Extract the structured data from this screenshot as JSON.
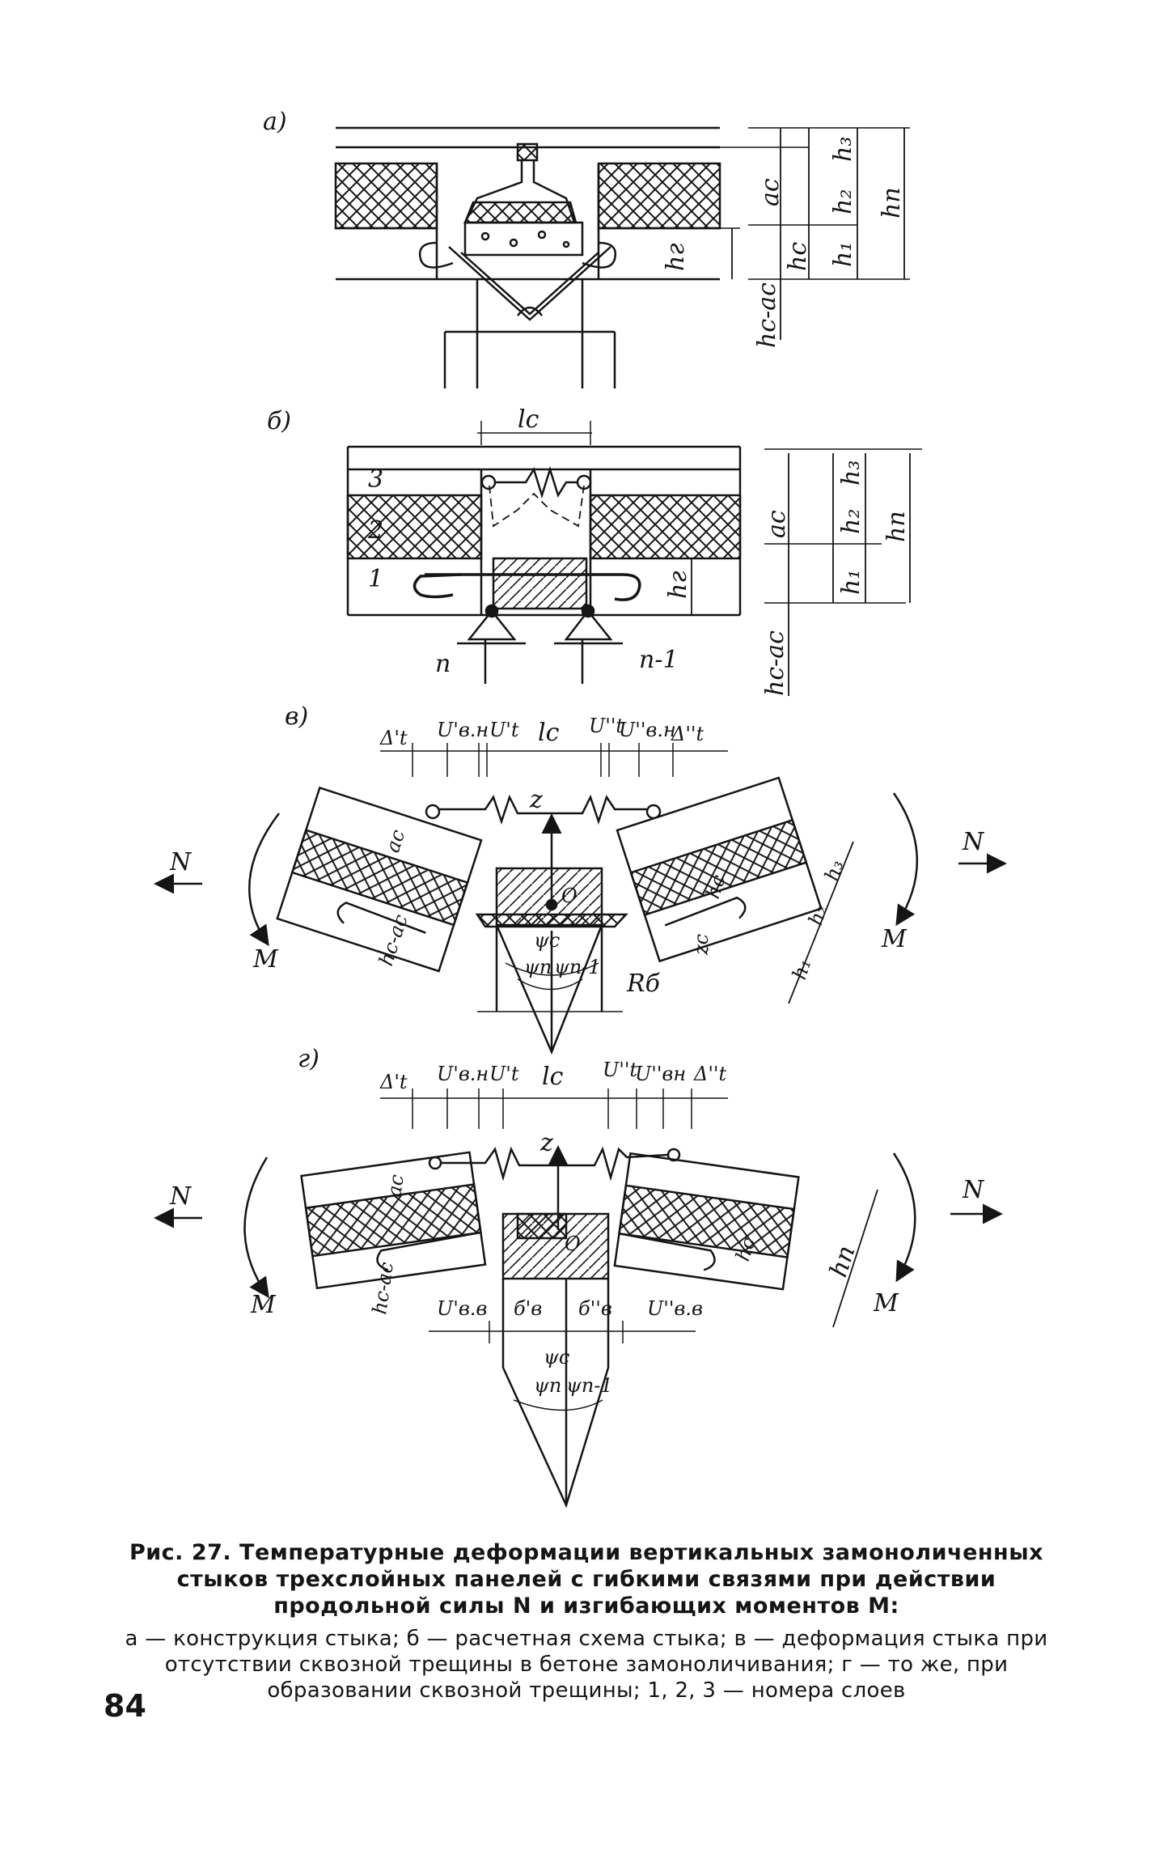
{
  "figure": {
    "panel_a": {
      "letter": "а)",
      "dims": {
        "ac": "aс",
        "hc": "hс",
        "h1": "h₁",
        "h2": "h₂",
        "h3": "h₃",
        "hn": "hп",
        "hr": "hг",
        "hc_minus_ac": "hс-aс"
      }
    },
    "panel_b": {
      "letter": "б)",
      "lc": "lс",
      "layers": [
        "3",
        "2",
        "1"
      ],
      "supports": [
        "п",
        "п-1"
      ],
      "dims": {
        "ac": "aс",
        "h1": "h₁",
        "h2": "h₂",
        "h3": "h₃",
        "hn": "hп",
        "hr": "hг",
        "hc_minus_ac": "hс-aс"
      }
    },
    "panel_c": {
      "letter": "в)",
      "top_labels": [
        "Δ't",
        "U'в.н",
        "U't",
        "lс",
        "U''t",
        "U''в.н",
        "Δ''t"
      ],
      "z": "z",
      "N": "N",
      "M": "M",
      "ac": "aс",
      "hc": "hс",
      "hc_minus_ac": "hс-aс",
      "zc": "zс",
      "O": "O",
      "psi_c": "ψс",
      "psi_n": "ψп",
      "psi_n1": "ψп-1",
      "R": "Rб",
      "side_dims": [
        "h₁",
        "h₂",
        "h₃"
      ]
    },
    "panel_d": {
      "letter": "г)",
      "top_labels": [
        "Δ't",
        "U'в.н",
        "U't",
        "lс",
        "U''t",
        "U''вн",
        "Δ''t"
      ],
      "z": "z",
      "N": "N",
      "M": "M",
      "ac": "aс",
      "hc": "hс",
      "hn": "hп",
      "hc_minus_ac": "hс-aс",
      "O": "O",
      "bottom_labels": [
        "U'в.в",
        "б'в",
        "б''в",
        "U''в.в"
      ],
      "psi_c": "ψс",
      "psi_n": "ψп",
      "psi_n1": "ψп-1"
    }
  },
  "caption": {
    "title": "Рис. 27. Температурные деформации вертикальных замоноличенных стыков трехслойных панелей с гибкими связями при действии продольной силы N и изгибающих моментов M:",
    "legend": "а — конструкция стыка; б — расчетная схема стыка; в — деформация стыка при отсутствии сквозной трещины в бетоне замоноличивания; г — то же, при образовании сквозной трещины; 1, 2, 3 — номера слоев"
  },
  "page_number": "84"
}
